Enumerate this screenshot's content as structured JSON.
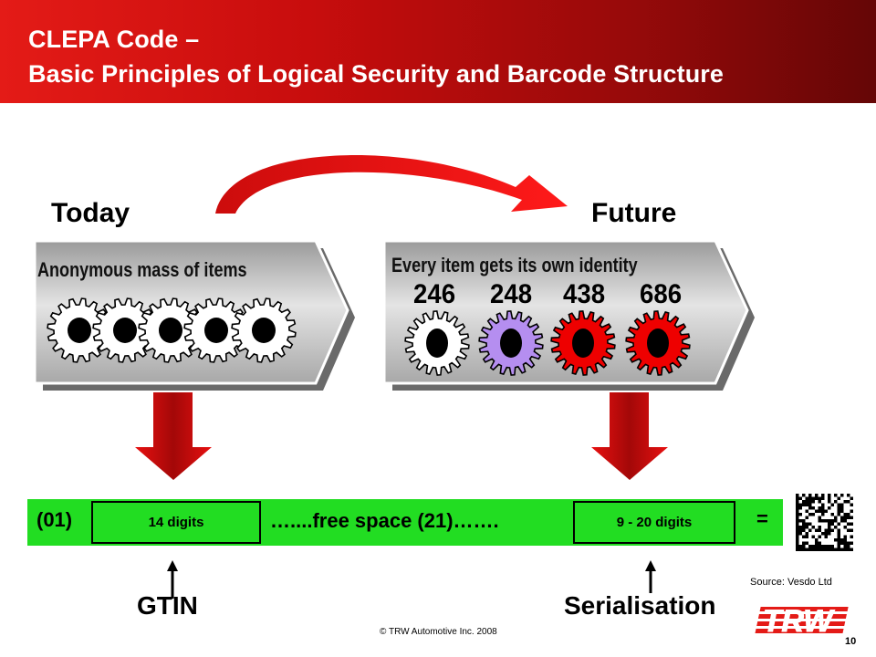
{
  "header": {
    "title_line1": "CLEPA Code –",
    "title_line2": "Basic Principles of Logical Security and Barcode Structure"
  },
  "today": {
    "label": "Today",
    "caption": "Anonymous mass of items"
  },
  "future": {
    "label": "Future",
    "caption": "Every item gets its own identity",
    "ids": [
      "246",
      "248",
      "438",
      "686"
    ]
  },
  "barcode": {
    "prefix": "(01)",
    "gtin_box": "14 digits",
    "middle": "…....free space (21)…….",
    "serial_box": "9 - 20 digits",
    "equals": "="
  },
  "labels": {
    "gtin": "GTIN",
    "serialisation": "Serialisation"
  },
  "source": "Source: Vesdo Ltd",
  "copyright": "© TRW Automotive Inc. 2008",
  "logo_text": "TRW",
  "page_number": "10",
  "colors": {
    "header_red": "#e41b17",
    "header_dark": "#650606",
    "bar_green": "#22dd22",
    "gear_purple": "#b58ef0",
    "gear_red": "#ee0000",
    "arrow_red": "#e01010"
  }
}
